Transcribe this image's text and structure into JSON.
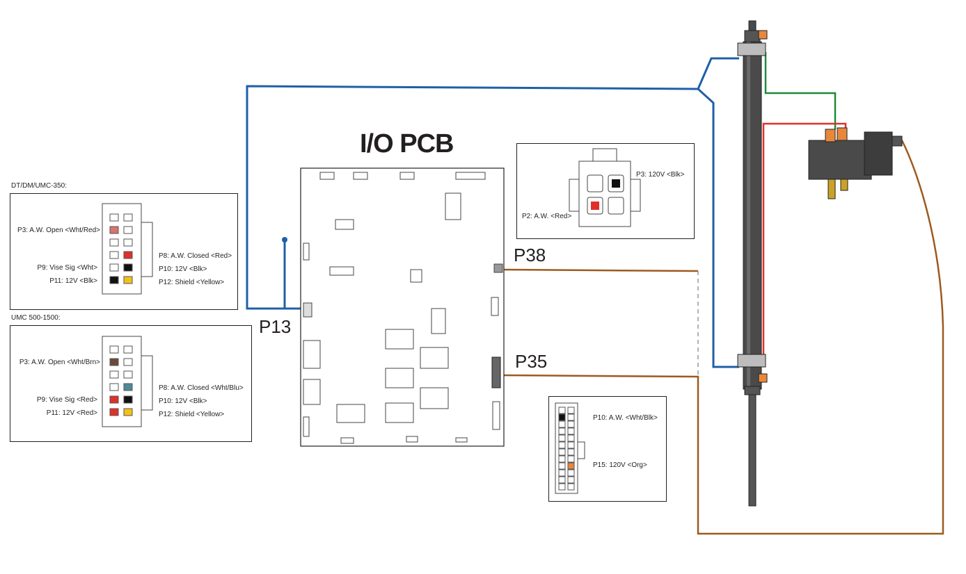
{
  "pcb": {
    "title": "I/O PCB",
    "ports": {
      "p13": "P13",
      "p38": "P38",
      "p35": "P35"
    }
  },
  "connector_dt": {
    "heading": "DT/DM/UMC-350:",
    "left_labels": [
      "P3: A.W. Open <Wht/Red>",
      "P9: Vise Sig <Wht>",
      "P11: 12V <Blk>"
    ],
    "right_labels": [
      "P8: A.W. Closed <Red>",
      "P10: 12V <Blk>",
      "P12: Shield <Yellow>"
    ]
  },
  "connector_umc": {
    "heading": "UMC 500-1500:",
    "left_labels": [
      "P3: A.W. Open <Wht/Brn>",
      "P9: Vise Sig <Red>",
      "P11: 12V <Red>"
    ],
    "right_labels": [
      "P8: A.W. Closed <Wht/Blu>",
      "P10: 12V <Blk>",
      "P12: Shield <Yellow>"
    ]
  },
  "p38_connector": {
    "labels": [
      "P3: 120V <Blk>",
      "P2: A.W. <Red>"
    ]
  },
  "p35_connector": {
    "labels": [
      "P10: A.W. <Wht/Blk>",
      "P15: 120V <Org>"
    ]
  },
  "colors": {
    "blue_wire": "#1f5fa8",
    "brown_wire": "#9c5a1e",
    "green_wire": "#1f8a3a",
    "red_wire": "#e0302a",
    "orange_fitting": "#e8873a",
    "cylinder": "#4a4a4a",
    "brass": "#c9a227"
  }
}
